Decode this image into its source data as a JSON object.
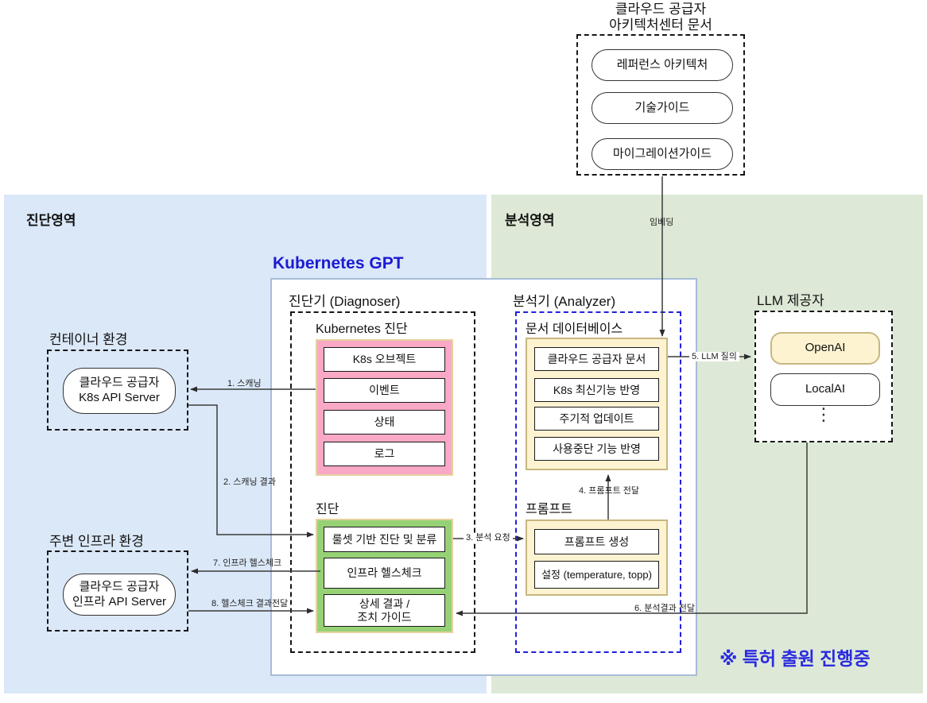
{
  "regions": {
    "diagnosis_label": "진단영역",
    "analysis_label": "분석영역"
  },
  "cloud_docs": {
    "title": "클라우드 공급자\n아키텍처센터 문서",
    "items": [
      "레퍼런스 아키텍처",
      "기술가이드",
      "마이그레이션가이드"
    ]
  },
  "kubernetes_gpt": {
    "title": "Kubernetes GPT"
  },
  "diagnoser": {
    "title": "진단기 (Diagnoser)",
    "k8s_diagnosis": {
      "label": "Kubernetes 진단",
      "items": [
        "K8s 오브젝트",
        "이벤트",
        "상태",
        "로그"
      ]
    },
    "diagnosis": {
      "label": "진단",
      "items": [
        "룰셋 기반 진단 및 분류",
        "인프라 헬스체크",
        "상세 결과 /\n조치 가이드"
      ]
    }
  },
  "analyzer": {
    "title": "분석기 (Analyzer)",
    "doc_db": {
      "label": "문서 데이터베이스",
      "items": [
        "클라우드 공급자 문서",
        "K8s 최신기능 반영",
        "주기적 업데이트",
        "사용중단 기능 반영"
      ]
    },
    "prompt": {
      "label": "프롬프트",
      "items": [
        "프롬프트 생성",
        "설정 (temperature, topp)"
      ]
    }
  },
  "llm_provider": {
    "title": "LLM 제공자",
    "items": [
      "OpenAI",
      "LocalAI"
    ],
    "ellipsis": "⋮"
  },
  "container_env": {
    "title": "컨테이너 환경",
    "node": "클라우드 공급자\nK8s API Server"
  },
  "infra_env": {
    "title": "주변 인프라 환경",
    "node": "클라우드 공급자\n인프라 API Server"
  },
  "flows": {
    "embedding": "임베딩",
    "f1": "1. 스캐닝",
    "f2": "2. 스캐닝 결과",
    "f3": "3. 분석 요청",
    "f4": "4. 프롬프트 전달",
    "f5": "5. LLM 질의",
    "f6": "6. 분석결과 전달",
    "f7": "7. 인프라 헬스체크",
    "f8": "8. 헬스체크 결과전달"
  },
  "patent_notice": "※ 특허 출원 진행중",
  "colors": {
    "region_diagnosis_bg": "#dbe8f8",
    "region_analysis_bg": "#dde9d6",
    "pink_container": "#f9a8c5",
    "green_container": "#96d275",
    "cream_container": "#fdf3d1",
    "container_border_tan": "#e3d3a0",
    "analyzer_dash_blue": "#2020dd",
    "kubernetes_gpt_title_blue": "#1b1bd1",
    "patent_blue": "#2b2bdf"
  }
}
